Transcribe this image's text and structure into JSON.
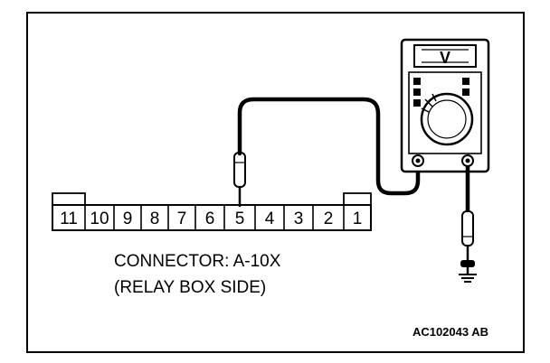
{
  "connector": {
    "pins": [
      "11",
      "10",
      "9",
      "8",
      "7",
      "6",
      "5",
      "4",
      "3",
      "2",
      "1"
    ],
    "caption_line1": "CONNECTOR: A-10X",
    "caption_line2": "(RELAY BOX SIDE)"
  },
  "figure_code": "AC102043 AB",
  "meter": {
    "display_symbol": "V"
  },
  "colors": {
    "line": "#000000",
    "background": "#ffffff"
  }
}
